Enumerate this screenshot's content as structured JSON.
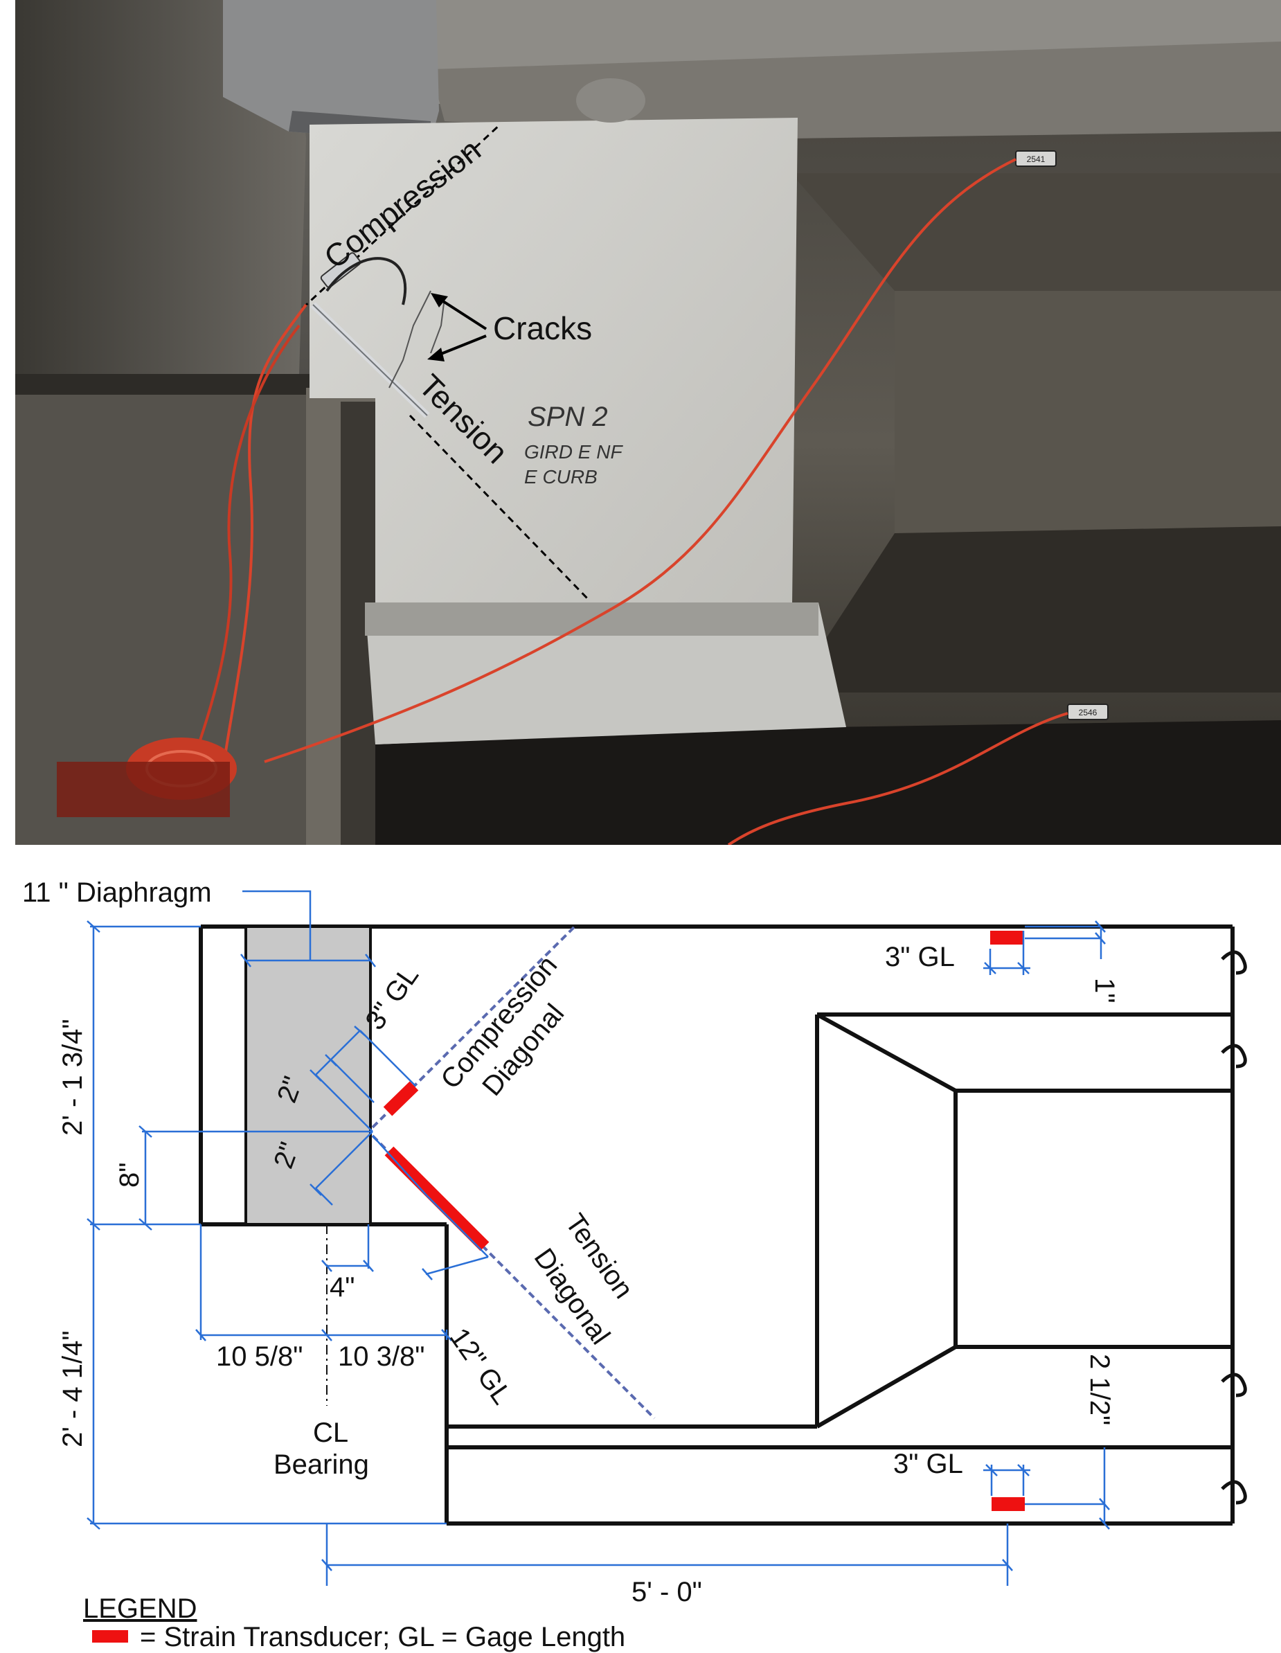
{
  "photo": {
    "labels": {
      "compression": "Compression",
      "cracks": "Cracks",
      "tension": "Tension"
    },
    "handwriting": {
      "line1": "SPN 2",
      "line2": "GIRD E  NF",
      "line3": "E CURB"
    },
    "sensor_tags": [
      "2541",
      "2546"
    ],
    "colors": {
      "cable": "#d9432b",
      "concrete_light": "#cfcfcc",
      "concrete_dark": "#4a4741"
    }
  },
  "drawing": {
    "labels": {
      "diaphragm": "11 \" Diaphragm",
      "gl_3in_diag": "3\" GL",
      "compression_1": "Compression",
      "compression_2": "Diagonal",
      "tension_1": "Tension",
      "tension_2": "Diagonal",
      "dim_2in_top": "2\"",
      "dim_2in_bot": "2\"",
      "dim_8in": "8\"",
      "dim_height_top": "2' - 1 3/4\"",
      "dim_height_bot": "2' - 4 1/4\"",
      "dim_4in": "4\"",
      "gl_12in": "12\" GL",
      "dim_left": "10 5/8\"",
      "dim_right": "10 3/8\"",
      "cl_symbol": "CL",
      "bearing": "Bearing",
      "gl_3in_top": "3\"  GL",
      "dim_1in": "1\"",
      "dim_2half": "2 1/2\"",
      "gl_3in_bot": "3\" GL",
      "dim_5ft": "5' - 0\""
    },
    "legend": {
      "title": "LEGEND",
      "item": "= Strain Transducer;   GL = Gage Length"
    },
    "colors": {
      "dimension": "#2a6fd6",
      "transducer": "#ee1111",
      "diagonal": "#5a6ab0",
      "diaphragm_fill": "#c8c8c8"
    }
  }
}
